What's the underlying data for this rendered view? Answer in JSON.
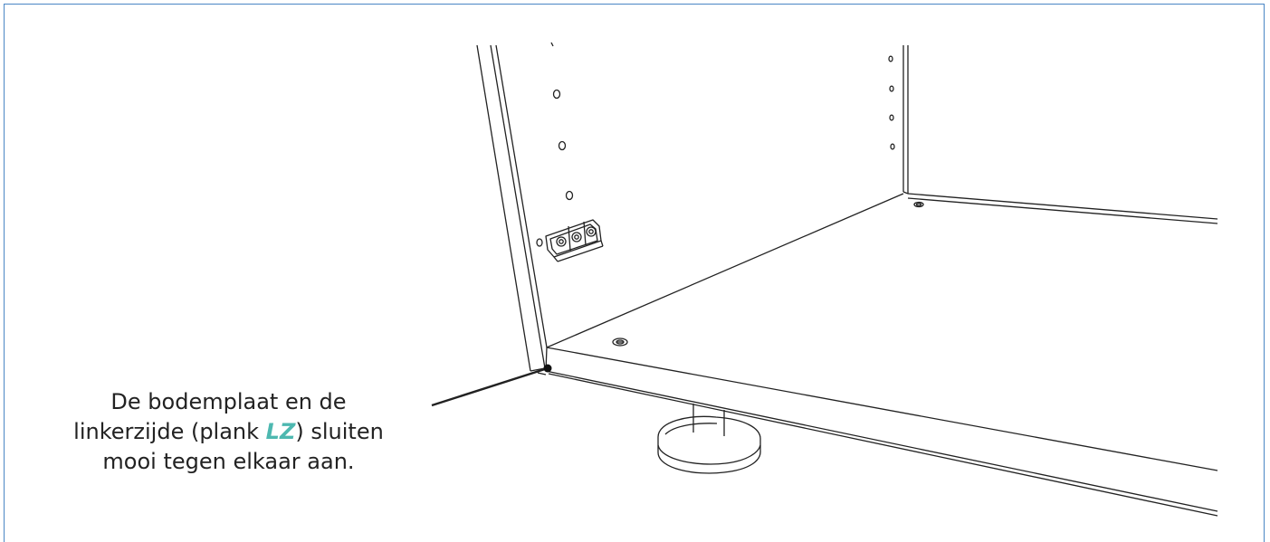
{
  "caption": {
    "line1": "De bodemplaat en de",
    "line2_before": "linkerzijde (plank ",
    "part_code": "LZ",
    "line2_after": ") sluiten",
    "line3": "mooi tegen elkaar aan."
  },
  "colors": {
    "frame_border": "#4a86c5",
    "part_code": "#4db8b0",
    "line_art": "#222222"
  }
}
